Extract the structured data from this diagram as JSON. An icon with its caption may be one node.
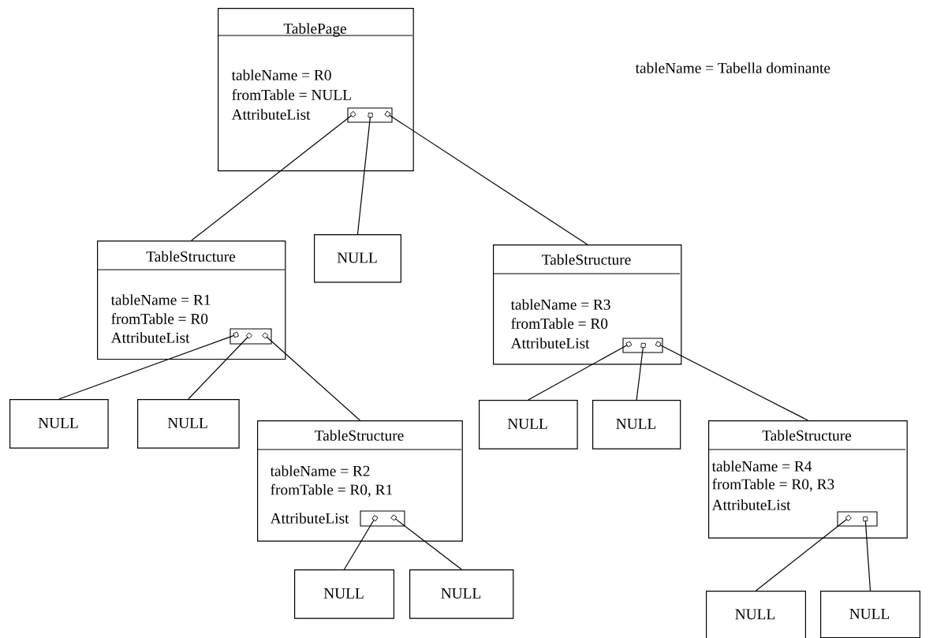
{
  "diagram": {
    "nodes": [
      {
        "text": [
          "TablePage",
          "tableName = R0",
          "fromTable = NULL",
          "AttributeList"
        ]
      },
      {
        "text": [
          "TableStructure",
          "tableName = R1",
          "fromTable = R0",
          "AttributeList"
        ]
      },
      {
        "text": [
          "NULL"
        ]
      },
      {
        "text": [
          "TableStructure",
          "tableName = R3",
          "fromTable = R0",
          "AttributeList"
        ]
      },
      {
        "text": [
          "NULL"
        ]
      },
      {
        "text": [
          "NULL"
        ]
      },
      {
        "text": [
          "TableStructure",
          "tableName = R2",
          "fromTable = R0, R1",
          "AttributeList"
        ]
      },
      {
        "text": [
          "NULL"
        ]
      },
      {
        "text": [
          "NULL"
        ]
      },
      {
        "text": [
          "TableStructure",
          "tableName = R4",
          "fromTable = R0, R3",
          "AttributeList"
        ]
      },
      {
        "text": [
          "NULL"
        ]
      },
      {
        "text": [
          "NULL"
        ]
      },
      {
        "text": [
          "NULL"
        ]
      },
      {
        "text": [
          "NULL"
        ]
      }
    ],
    "edges": [
      {
        "from": 0,
        "to": 1,
        "arrow": "other"
      },
      {
        "from": 0,
        "to": 2,
        "arrow": "other"
      },
      {
        "from": 0,
        "to": 3,
        "arrow": "other"
      },
      {
        "from": 1,
        "to": 4,
        "arrow": "other"
      },
      {
        "from": 1,
        "to": 5,
        "arrow": "other"
      },
      {
        "from": 1,
        "to": 6,
        "arrow": "other"
      },
      {
        "from": 3,
        "to": 7,
        "arrow": "other"
      },
      {
        "from": 3,
        "to": 8,
        "arrow": "other"
      },
      {
        "from": 3,
        "to": 9,
        "arrow": "other"
      },
      {
        "from": 6,
        "to": 10,
        "arrow": "other"
      },
      {
        "from": 6,
        "to": 11,
        "arrow": "other"
      },
      {
        "from": 9,
        "to": 12,
        "arrow": "other"
      },
      {
        "from": 9,
        "to": 13,
        "arrow": "other"
      }
    ],
    "labels": [
      "tableName = Tabella dominante"
    ]
  }
}
